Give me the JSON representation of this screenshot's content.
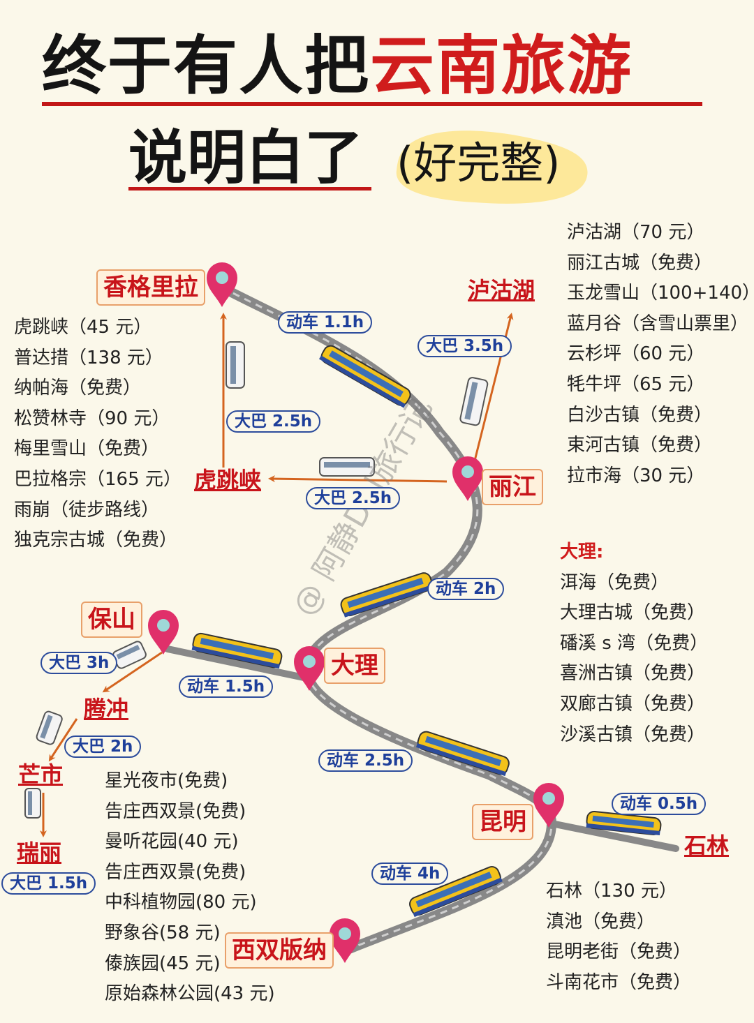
{
  "title": {
    "part1": "终于有人把",
    "part2": "云南旅游",
    "line2": "说明白了",
    "subtitle": "(好完整)"
  },
  "watermark": "@ 阿静Del旅行记",
  "colors": {
    "accent_red": "#d01c1c",
    "route_gray": "#8a8a8a",
    "branch_orange": "#d4641f",
    "pill_blue": "#2c4c9c",
    "pin_pink": "#e0306a"
  },
  "cities": {
    "shangrila": "香格里拉",
    "lugu_lake": "泸沽湖",
    "lijiang": "丽江",
    "tiger_leaping": "虎跳峡",
    "baoshan": "保山",
    "tengchong": "腾冲",
    "dali": "大理",
    "mangshi": "芒市",
    "ruili": "瑞丽",
    "kunming": "昆明",
    "shilin": "石林",
    "xishuangbanna": "西双版纳"
  },
  "routes": {
    "lijiang_shangrila": "动车 1.1h",
    "lijiang_lugu": "大巴 3.5h",
    "tiger_shangrila": "大巴 2.5h",
    "lijiang_tiger": "大巴 2.5h",
    "dali_lijiang": "动车 2h",
    "baoshan_tengchong": "大巴 3h",
    "dali_baoshan": "动车 1.5h",
    "tengchong_mangshi": "大巴 2h",
    "kunming_dali": "动车 2.5h",
    "kunming_shilin": "动车 0.5h",
    "mangshi_ruili": "大巴 1.5h",
    "kunming_banna": "动车 4h"
  },
  "lists": {
    "shangrila_area": [
      "虎跳峡（45 元）",
      "普达措（138 元）",
      "纳帕海（免费）",
      "松赞林寺（90 元）",
      "梅里雪山（免费）",
      "巴拉格宗（165 元）",
      "雨崩（徒步路线）",
      "独克宗古城（免费）"
    ],
    "lijiang_area": [
      "泸沽湖（70 元）",
      "丽江古城（免费）",
      "玉龙雪山（100+140）",
      "蓝月谷（含雪山票里）",
      "云杉坪（60 元）",
      "牦牛坪（65 元）",
      "白沙古镇（免费）",
      "束河古镇（免费）",
      "拉市海（30 元）"
    ],
    "dali_header": "大理:",
    "dali_area": [
      "洱海（免费）",
      "大理古城（免费）",
      "磻溪 s 湾（免费）",
      "喜洲古镇（免费）",
      "双廊古镇（免费）",
      "沙溪古镇（免费）"
    ],
    "banna_area": [
      "星光夜市(免费)",
      "告庄西双景(免费)",
      "曼听花园(40 元)",
      "告庄西双景(免费)",
      "中科植物园(80 元)",
      "野象谷(58 元)",
      "傣族园(45 元)",
      "原始森林公园(43 元)"
    ],
    "kunming_area": [
      "石林（130 元）",
      "滇池（免费）",
      "昆明老街（免费）",
      "斗南花市（免费）"
    ]
  }
}
